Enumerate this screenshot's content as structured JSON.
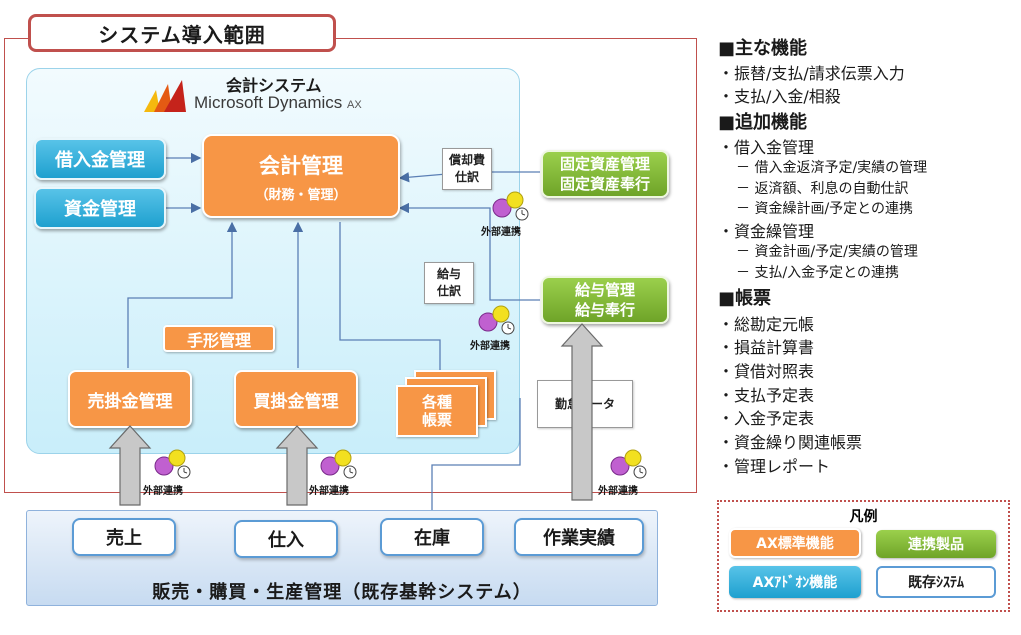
{
  "scope_title": "システム導入範囲",
  "accounting_system": {
    "title": "会計システム",
    "logo_text": "Microsoft Dynamics",
    "logo_suffix": "AX"
  },
  "boxes": {
    "loan_management": "借入金管理",
    "fund_management": "資金管理",
    "accounting_main": "会計管理",
    "accounting_sub": "（財務・管理）",
    "bill_management": "手形管理",
    "receivables": "売掛金管理",
    "payables": "買掛金管理",
    "various_reports_line1": "各種",
    "various_reports_line2": "帳票",
    "fixed_assets_line1": "固定資産管理",
    "fixed_assets_line2": "固定資産奉行",
    "payroll_line1": "給与管理",
    "payroll_line2": "給与奉行"
  },
  "documents": {
    "depreciation_line1": "償却費",
    "depreciation_line2": "仕訳",
    "salary_line1": "給与",
    "salary_line2": "仕訳",
    "attendance": "勤怠データ"
  },
  "external_link_label": "外部連携",
  "bottom": {
    "items": [
      "売上",
      "仕入",
      "在庫",
      "作業実績"
    ],
    "title": "販売・購買・生産管理（既存基幹システム）"
  },
  "features": {
    "main_heading": "■主な機能",
    "main_items": [
      "・振替/支払/請求伝票入力",
      "・支払/入金/相殺"
    ],
    "additional_heading": "■追加機能",
    "loan_item": "・借入金管理",
    "loan_subs": [
      "－ 借入金返済予定/実績の管理",
      "－ 返済額、利息の自動仕訳",
      "－ 資金繰計画/予定との連携"
    ],
    "cash_item": "・資金繰管理",
    "cash_subs": [
      "－ 資金計画/予定/実績の管理",
      "－ 支払/入金予定との連携"
    ],
    "reports_heading": "■帳票",
    "reports_items": [
      "・総勘定元帳",
      "・損益計算書",
      "・貸借対照表",
      "・支払予定表",
      "・入金予定表",
      "・資金繰り関連帳票",
      "・管理レポート"
    ]
  },
  "legend": {
    "title": "凡例",
    "ax_standard": "AX標準機能",
    "linked_product": "連携製品",
    "ax_addon": "AXｱﾄﾞｵﾝ機能",
    "existing_system": "既存ｼｽﾃﾑ"
  },
  "colors": {
    "scope_border": "#c0504d",
    "blue_box": "#1ea0cf",
    "orange_box": "#f79646",
    "green_box": "#7ab434",
    "panel_bg": "#c9eefa"
  }
}
